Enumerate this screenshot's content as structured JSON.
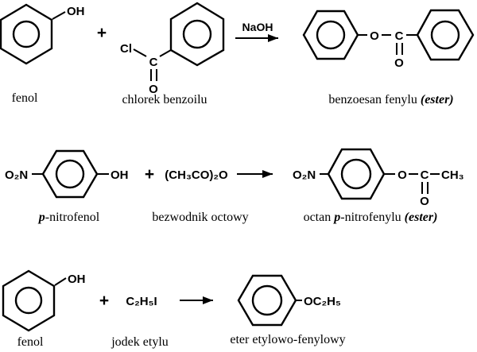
{
  "colors": {
    "ink": "#000000",
    "background": "#ffffff"
  },
  "r1": {
    "reactant1": {
      "oh": "OH",
      "name": "fenol"
    },
    "plus": "+",
    "reactant2": {
      "cl": "Cl",
      "c": "C",
      "o": "O",
      "name": "chlorek benzoilu"
    },
    "condition": "NaOH",
    "product": {
      "o": "O",
      "c": "C",
      "o2": "O",
      "name": "benzoesan fenylu ",
      "name_em": "(ester)"
    }
  },
  "r2": {
    "reactant1": {
      "no2": "O₂N",
      "oh": "OH",
      "name_p": "p",
      "name_rest": "-nitrofenol"
    },
    "plus": "+",
    "reactant2": {
      "formula": "(CH₃CO)₂O",
      "name": "bezwodnik octowy"
    },
    "product": {
      "no2": "O₂N",
      "o": "O",
      "c": "C",
      "ch3": "CH₃",
      "o2": "O",
      "name_1": "octan ",
      "name_p": "p",
      "name_2": "-nitrofenylu ",
      "name_em": "(ester)"
    }
  },
  "r3": {
    "reactant1": {
      "oh": "OH",
      "name": "fenol"
    },
    "plus": "+",
    "reactant2": {
      "formula": "C₂H₅I",
      "name": "jodek etylu"
    },
    "product": {
      "formula": "OC₂H₅",
      "name": "eter etylowo-fenylowy"
    }
  }
}
